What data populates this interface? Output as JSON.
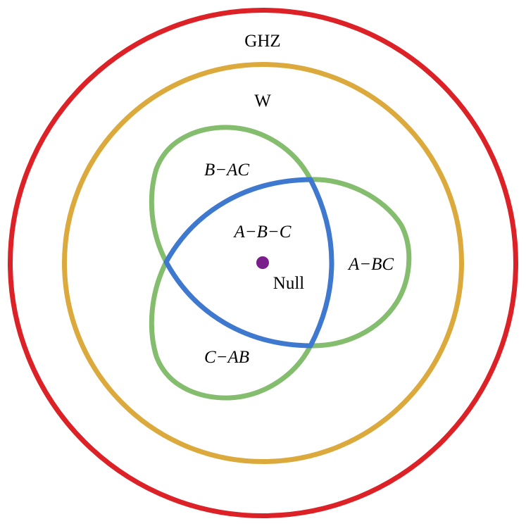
{
  "labels": {
    "ghz": "GHZ",
    "w": "W",
    "b_ac": "B−AC",
    "a_b_c": "A−B−C",
    "a_bc": "A−BC",
    "c_ab": "C−AB",
    "null": "Null"
  },
  "colors": {
    "ghz": "#dc2127",
    "w": "#dcaa3c",
    "biseparable": "#84bd6e",
    "fully_separable": "#3f79cf",
    "null": "#7a1e8c"
  }
}
